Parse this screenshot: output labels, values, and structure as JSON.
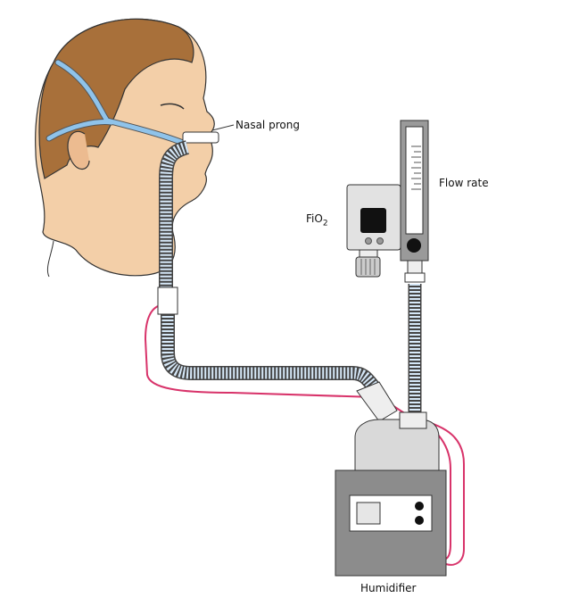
{
  "labels": {
    "nasal_prong": "Nasal prong",
    "flow_rate": "Flow rate",
    "fio2_main": "FiO",
    "fio2_sub": "2",
    "humidifier": "Humidifier"
  },
  "colors": {
    "skin": "#f3cfa8",
    "hair": "#a8703a",
    "strap": "#8fc3ea",
    "tubing": "#d6e8f8",
    "heater_wire": "#d8336a",
    "humidifier_body": "#8c8c8c",
    "device_light": "#e2e2e2"
  }
}
